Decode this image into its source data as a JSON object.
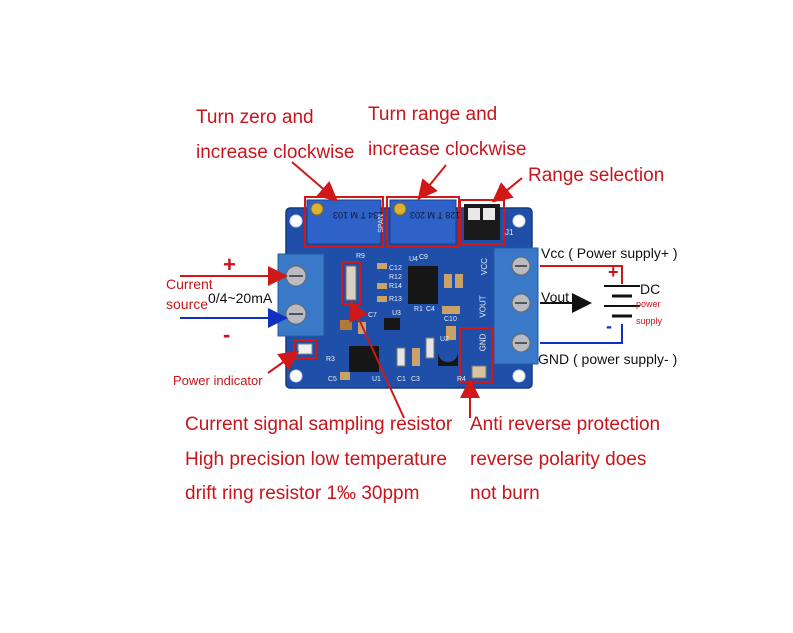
{
  "annotations": {
    "turn_zero_line1": "Turn zero and",
    "turn_zero_line2": "increase clockwise",
    "turn_range_line1": "Turn range and",
    "turn_range_line2": "increase clockwise",
    "range_selection": "Range selection",
    "current_source_line1": "Current",
    "current_source_line2": "source",
    "current_range": "0/4~20mA",
    "plus_sign": "+",
    "minus_sign": "-",
    "vcc_label": "Vcc ( Power supply+ )",
    "vout_label": "Vout",
    "gnd_label": "GND ( power supply- )",
    "dc_label": "DC",
    "power_supply_line1": "power",
    "power_supply_line2": "supply",
    "power_indicator": "Power indicator",
    "sampling_resistor_line1": "Current signal sampling resistor",
    "sampling_resistor_line2": "High precision low temperature",
    "sampling_resistor_line3": "drift ring resistor 1‰ 30ppm",
    "anti_reverse_line1": "Anti reverse protection",
    "anti_reverse_line2": "reverse polarity does",
    "anti_reverse_line3": "not burn"
  },
  "board_silkscreen": {
    "pot_left_code": "134 T M 103",
    "pot_right_code": "128 T M 203",
    "span": "SPAN",
    "jumper": "J1",
    "vcc": "VCC",
    "vout": "VOUT",
    "gnd": "GND",
    "r9": "R9",
    "c9": "C9",
    "c12": "C12",
    "r14": "R14",
    "r13": "R13",
    "u4": "U4",
    "r12": "R12",
    "c7": "C7",
    "r1": "R1",
    "c4": "C4",
    "c10": "C10",
    "u3": "U3",
    "r3": "R3",
    "c5": "C5",
    "u1": "U1",
    "c1": "C1",
    "c3": "C3",
    "r4": "R4",
    "u2": "U2"
  },
  "colors": {
    "annotation_red": "#c8141b",
    "board_blue": "#1f4fa8",
    "terminal_blue": "#3a78c8",
    "positive_wire": "#d01818",
    "negative_wire": "#1030c0"
  }
}
